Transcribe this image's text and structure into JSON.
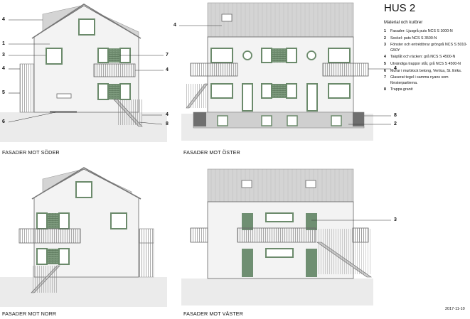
{
  "title": "HUS 2",
  "subtitle": "Material och kulörer",
  "legend": [
    {
      "num": "1",
      "text": "Fasader: Ljusgrå puts NCS S 1000-N"
    },
    {
      "num": "2",
      "text": "Sockel: puts NCS S 3500-N"
    },
    {
      "num": "3",
      "text": "Fönster och entrédörrar gröngrå NCS S 5010-G50Y"
    },
    {
      "num": "4",
      "text": "Takplåt och räcken: grå NCS S 4500-N"
    },
    {
      "num": "5",
      "text": "Utvändiga trappor stål, grå NCS S 4500-N"
    },
    {
      "num": "6",
      "text": "Murar i murblock betong, Vertica, St. Eriks."
    },
    {
      "num": "7",
      "text": "Glaserat tegel i samma nyans som fönsterpartierna."
    },
    {
      "num": "8",
      "text": "Trappa granit"
    }
  ],
  "captions": {
    "south": "FASADER MOT SÖDER",
    "east": "FASADER MOT ÖSTER",
    "north": "FASADER MOT NORR",
    "west": "FASADER MOT VÄSTER"
  },
  "date": "2017-11-10",
  "callouts": {
    "south_left": [
      "4",
      "1",
      "3",
      "4",
      "5",
      "6"
    ],
    "south_right": [
      "7",
      "4",
      "4",
      "8"
    ],
    "east_left": [
      "4"
    ],
    "east_right": [
      "4",
      "8",
      "2"
    ],
    "west_right": [
      "3"
    ]
  },
  "colors": {
    "facade": "#f1f1f1",
    "roof": "#d4d4d4",
    "window_frame": "#6b8a6b",
    "door": "#6f8f72",
    "plinth": "#c9c9c9",
    "ground": "#ebebeb",
    "line": "#555555"
  }
}
